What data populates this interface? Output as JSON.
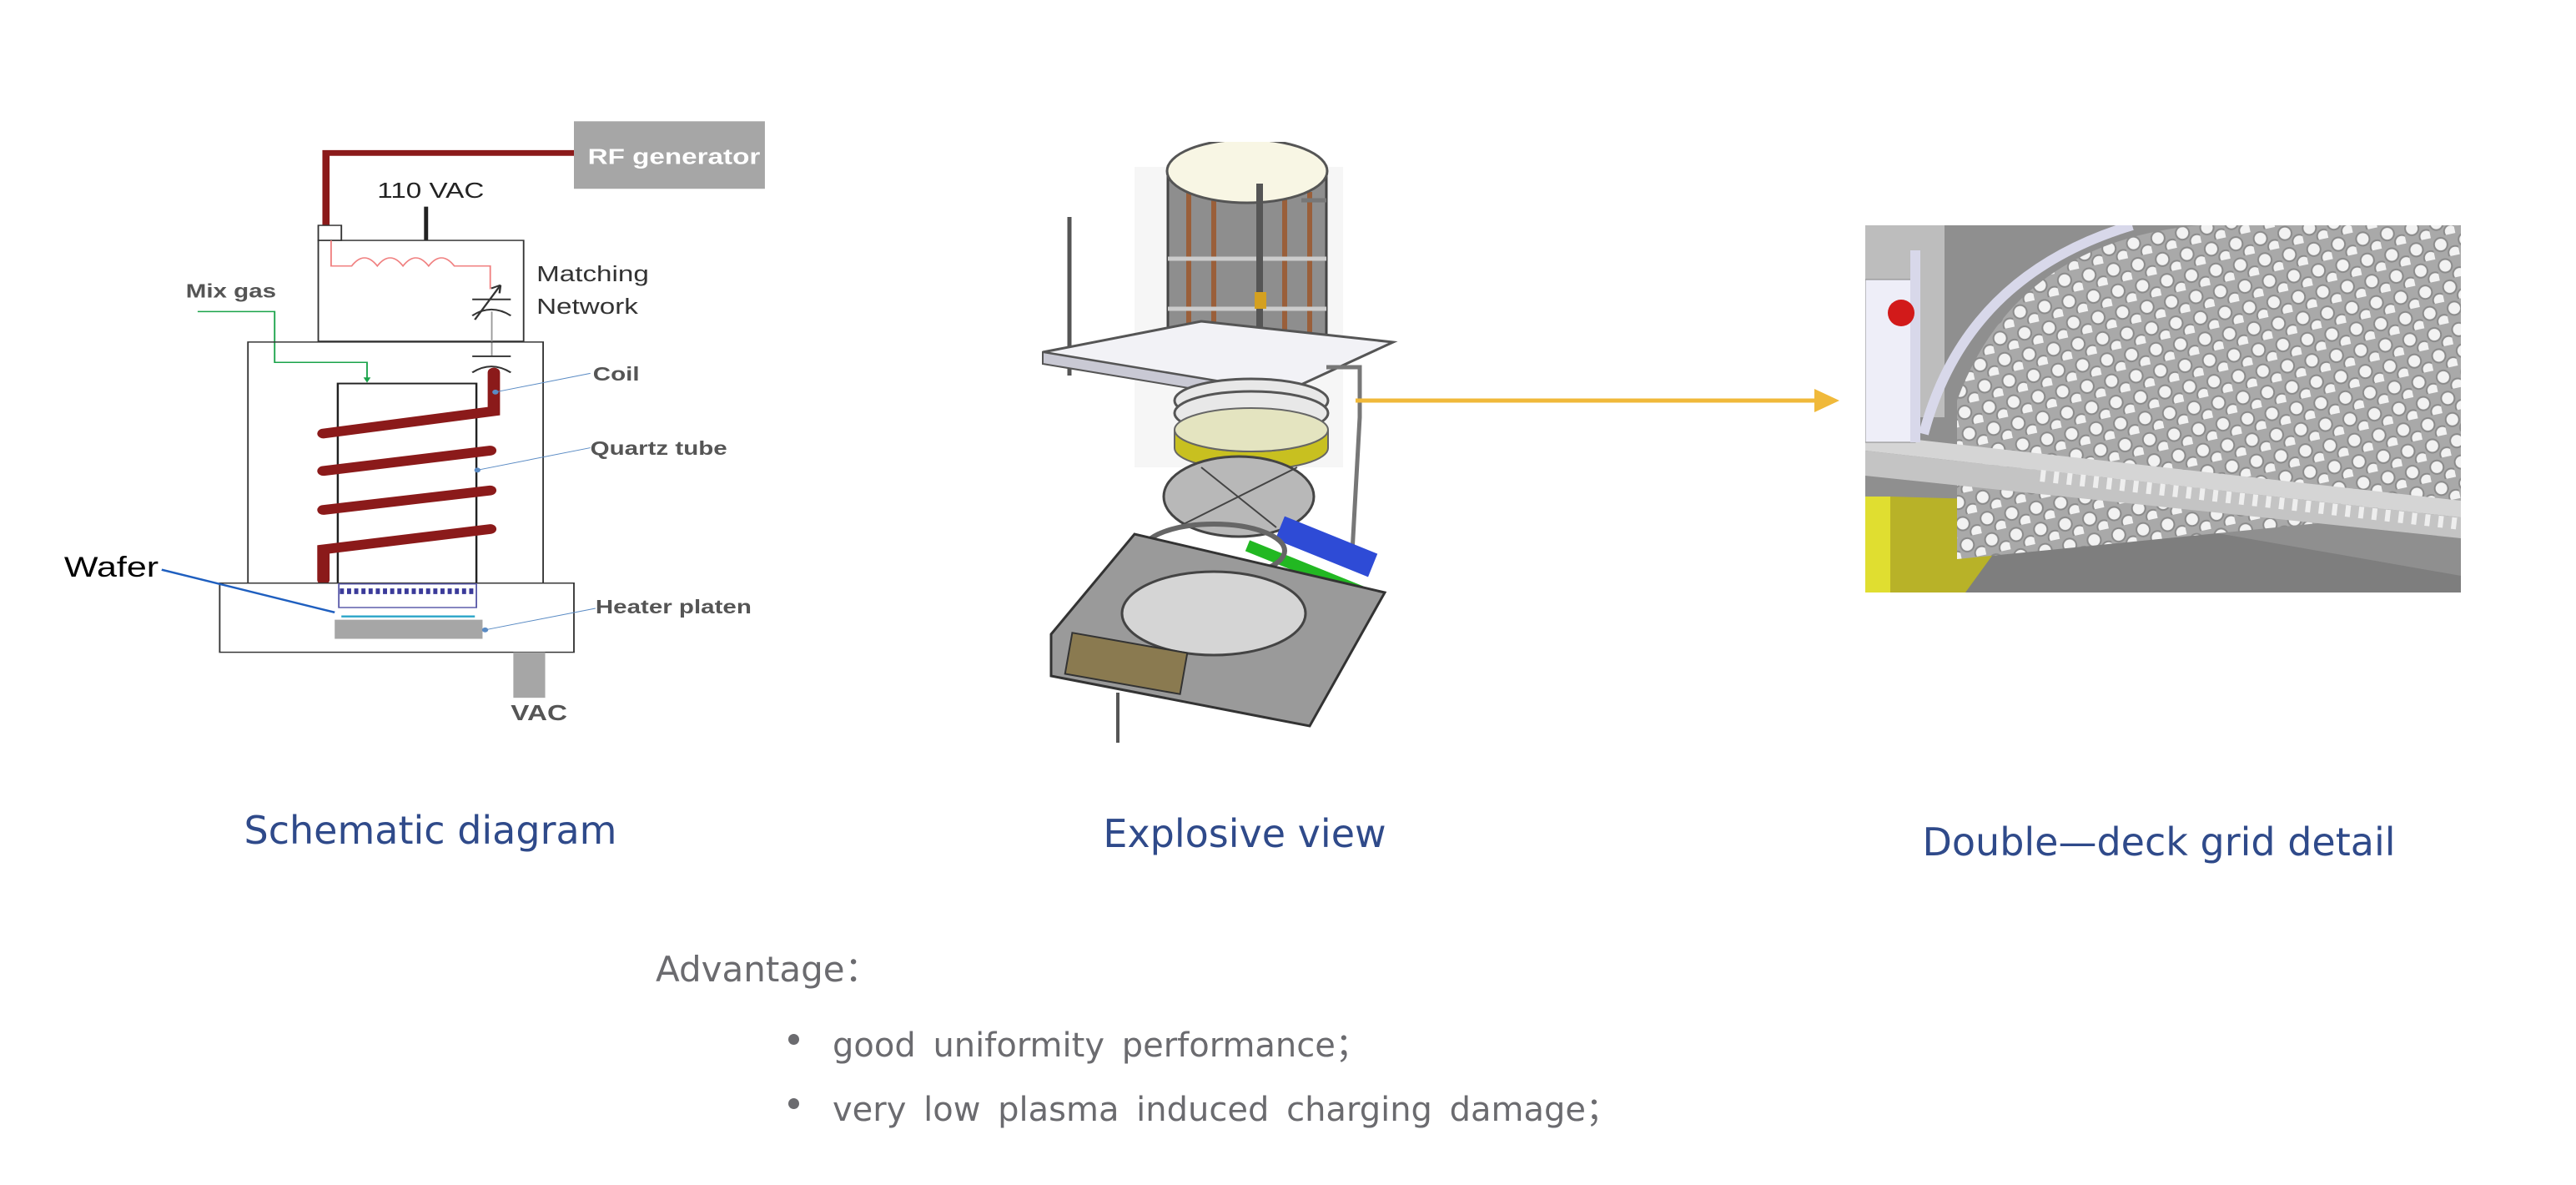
{
  "schematic": {
    "rf_generator": "RF generator",
    "vac_110": "110 VAC",
    "matching_network_line1": "Matching",
    "matching_network_line2": "Network",
    "mix_gas": "Mix gas",
    "coil": "Coil",
    "quartz_tube": "Quartz tube",
    "wafer": "Wafer",
    "heater_platen": "Heater platen",
    "vac": "VAC"
  },
  "captions": {
    "schematic": "Schematic diagram",
    "explosive": "Explosive view",
    "grid_detail": "Double—deck grid detail"
  },
  "advantage": {
    "heading": "Advantage：",
    "items": [
      "good uniformity performance；",
      "very low plasma induced charging damage；"
    ]
  },
  "colors": {
    "coil": "#8b1a1a",
    "caption": "#2f4a8a",
    "arrow": "#f0b93a"
  }
}
